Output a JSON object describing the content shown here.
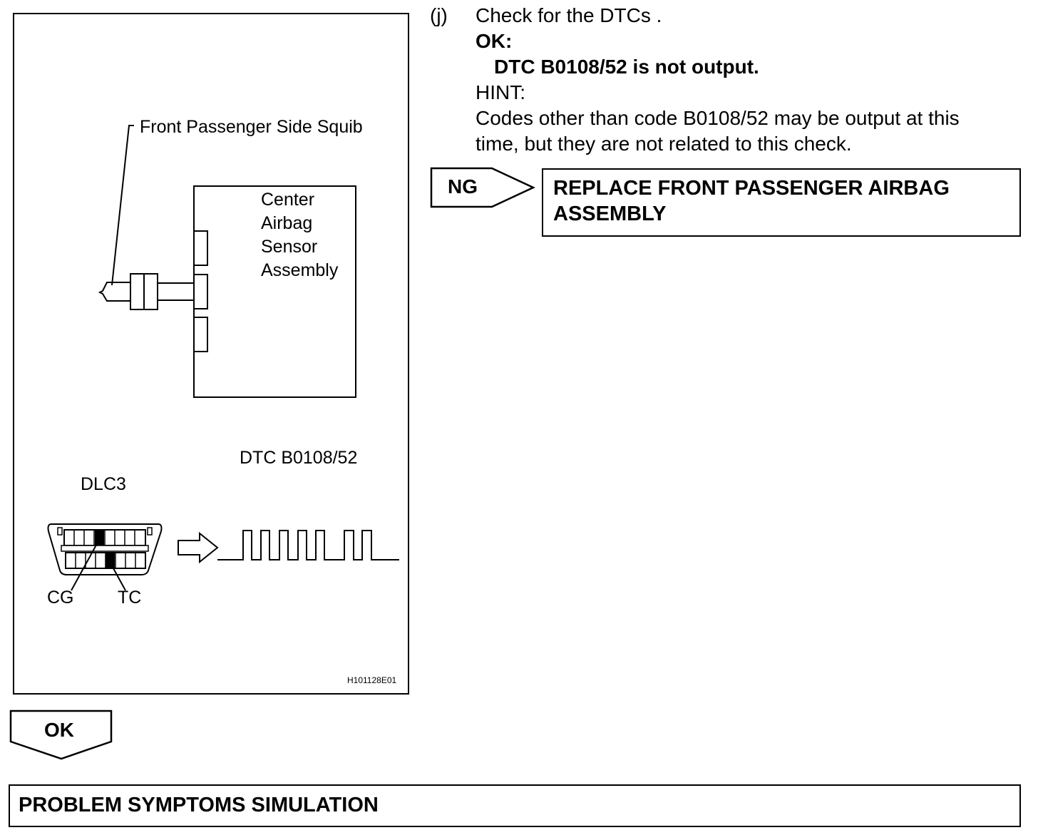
{
  "figure": {
    "squib_label": "Front Passenger Side Squib",
    "sensor_label_lines": [
      "Center",
      "Airbag",
      "Sensor",
      "Assembly"
    ],
    "dtc_label": "DTC B0108/52",
    "dlc_label": "DLC3",
    "cg_label": "CG",
    "tc_label": "TC",
    "figure_id": "H101128E01"
  },
  "step": {
    "marker": "(j)",
    "instruction": "Check for the DTCs .",
    "ok_heading": "OK:",
    "ok_condition": "DTC B0108/52 is not output.",
    "hint_heading": "HINT:",
    "hint_line_1": "Codes other than code B0108/52 may be output at this",
    "hint_line_2": "time, but they are not related to this check."
  },
  "ng_branch": {
    "label": "NG",
    "action_line_1": "REPLACE FRONT PASSENGER AIRBAG",
    "action_line_2": "ASSEMBLY"
  },
  "ok_branch": {
    "label": "OK",
    "next_step": "PROBLEM SYMPTOMS SIMULATION"
  }
}
